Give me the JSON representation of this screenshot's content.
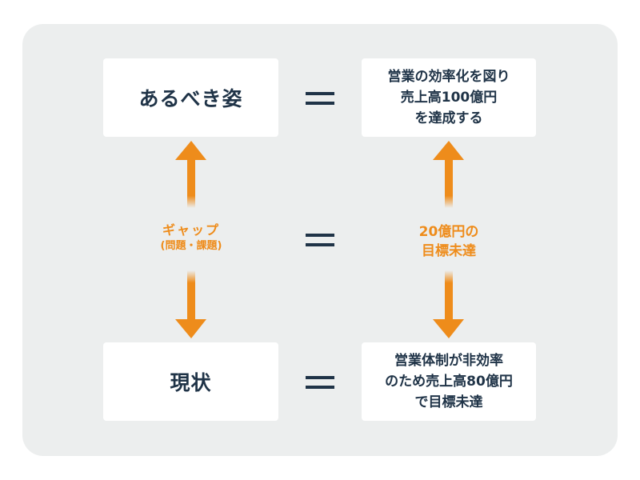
{
  "diagram": {
    "rows": {
      "ideal": {
        "label": "あるべき姿",
        "description": [
          "営業の効率化を図り",
          "売上高100億円",
          "を達成する"
        ]
      },
      "gap": {
        "label": "ギャップ",
        "sublabel": "(問題・課題)",
        "description": [
          "20億円の",
          "目標未達"
        ]
      },
      "current": {
        "label": "現状",
        "description": [
          "営業体制が非効率",
          "のため売上高80億円",
          "で目標未達"
        ]
      }
    },
    "equals_symbol": "=",
    "colors": {
      "panel_bg": "#eceeee",
      "box_bg": "#ffffff",
      "text": "#1f3347",
      "accent": "#ee8c1b"
    }
  }
}
